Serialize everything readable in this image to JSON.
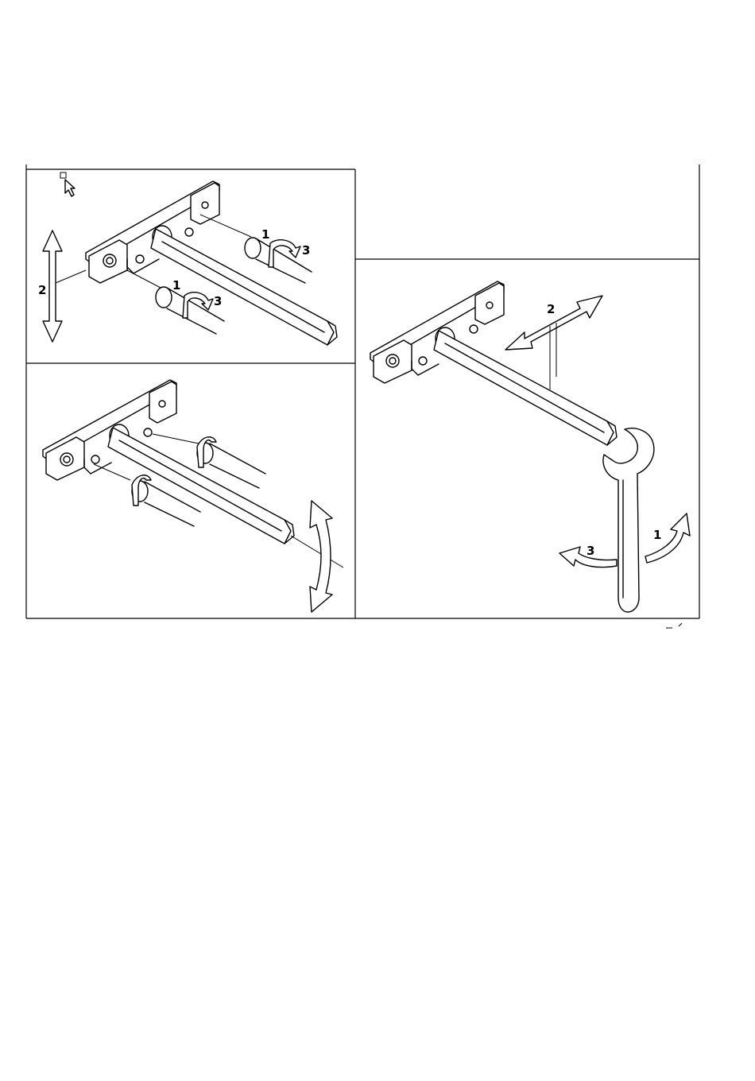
{
  "labels": {
    "p1": {
      "step1a": "1",
      "step1b": "1",
      "step2": "2",
      "step3a": "3",
      "step3b": "3"
    },
    "p3": {
      "step1": "1",
      "step2": "2",
      "step3": "3"
    }
  }
}
